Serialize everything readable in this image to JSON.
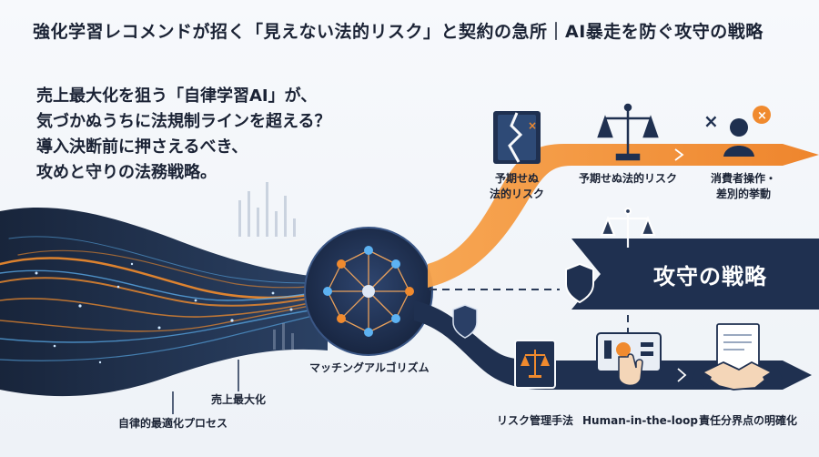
{
  "title": "強化学習レコメンドが招く「見えない法的リスク」と契約の急所｜AI暴走を防ぐ攻守の戦略",
  "intro_lines": [
    "売上最大化を狙う「自律学習AI」が、",
    "気づかぬうちに法規制ラインを超える？",
    "導入決断前に押さえるべき、",
    "攻めと守りの法務戦略。"
  ],
  "strategy_banner": "攻守の戦略",
  "risk_path": {
    "items": [
      {
        "label_lines": [
          "予期せぬ",
          "法的リスク"
        ],
        "icon": "broken-book-icon"
      },
      {
        "label_lines": [
          "予期せぬ法的リスク"
        ],
        "icon": "scales-icon"
      },
      {
        "label_lines": [
          "消費者操作・",
          "差別的挙動"
        ],
        "icon": "consumer-warning-icon"
      }
    ]
  },
  "defense_path": {
    "items": [
      {
        "label": "リスク管理手法",
        "icon": "law-book-icon"
      },
      {
        "label": "Human-in-the-loop",
        "icon": "hand-control-panel-icon"
      },
      {
        "label": "責任分界点の明確化",
        "icon": "handshake-contract-icon"
      }
    ]
  },
  "left_labels": {
    "sales_max": "売上最大化",
    "auto_opt": "自律的最適化プロセス",
    "algorithm": "マッチングアルゴリズム"
  },
  "colors": {
    "navy": "#1f3050",
    "orange": "#f08a2e",
    "blue": "#3a8fd8",
    "text": "#1b2335"
  }
}
